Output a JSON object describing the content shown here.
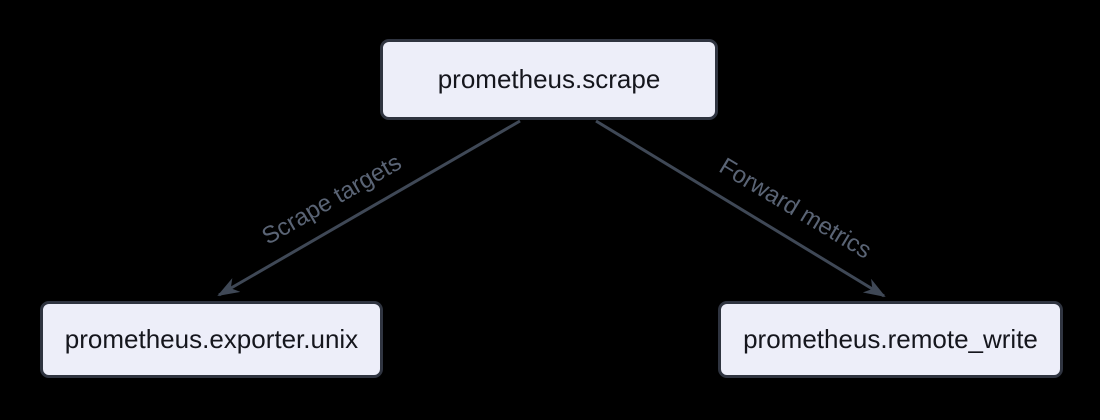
{
  "diagram": {
    "type": "flowchart",
    "nodes": [
      {
        "id": "scrape",
        "label": "prometheus.scrape"
      },
      {
        "id": "exporter_unix",
        "label": "prometheus.exporter.unix"
      },
      {
        "id": "remote_write",
        "label": "prometheus.remote_write"
      }
    ],
    "edges": [
      {
        "from": "scrape",
        "to": "exporter_unix",
        "label": "Scrape targets"
      },
      {
        "from": "scrape",
        "to": "remote_write",
        "label": "Forward metrics"
      }
    ],
    "colors": {
      "background": "#000000",
      "node_fill": "#EDEEF9",
      "node_border": "#2F3440",
      "node_text": "#15161d",
      "edge_line": "#3F4856",
      "edge_label_text": "#5A6475"
    }
  }
}
